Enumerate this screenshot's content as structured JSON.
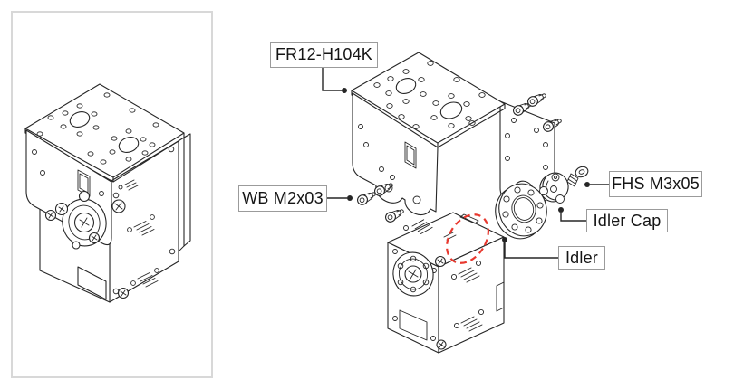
{
  "diagram": {
    "labels": {
      "bracket": "FR12-H104K",
      "wing_bolt": "WB M2x03",
      "fhs_screw": "FHS M3x05",
      "idler_cap": "Idler Cap",
      "idler": "Idler"
    },
    "colors": {
      "background": "#ffffff",
      "line": "#262626",
      "panel_border": "#d8d8d8",
      "label_border": "#9b9b9b",
      "label_text": "#151515",
      "highlight_red": "#e8382e"
    }
  }
}
